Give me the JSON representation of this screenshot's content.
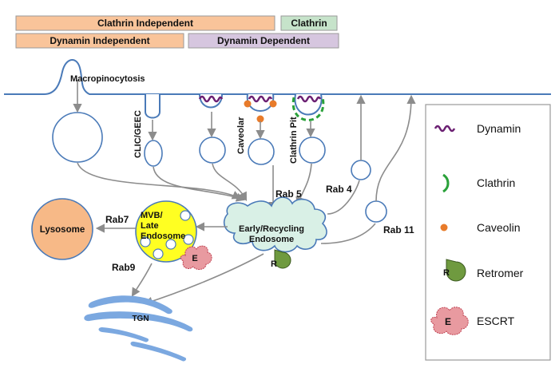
{
  "colors": {
    "orange_bar": "#f9c49a",
    "green_bar": "#c6e3ca",
    "purple_bar": "#d6c6df",
    "membrane": "#4a7ab8",
    "vesicle_stroke": "#4a7ab8",
    "arrow": "#8c8c8c",
    "endosome_fill": "#d9f0e6",
    "mvb_fill": "#ffff22",
    "lysosome_fill": "#f7b987",
    "dynamin": "#6b1f72",
    "clathrin": "#2aa13a",
    "caveolin": "#e87b2a",
    "retromer": "#6f9a3f",
    "escrt": "#e89aa0",
    "tgn": "#7ba8e0"
  },
  "header": {
    "clathrin_independent": "Clathrin Independent",
    "clathrin": "Clathrin",
    "dynamin_independent": "Dynamin Independent",
    "dynamin_dependent": "Dynamin Dependent"
  },
  "labels": {
    "macropinocytosis": "Macropinocytosis",
    "clic_geec": "CLIC/GEEC",
    "caveolar": "Caveolar",
    "clathrin_pit": "Clathrin Pit",
    "rab5": "Rab 5",
    "rab4": "Rab 4",
    "rab11": "Rab 11",
    "rab7": "Rab7",
    "rab9": "Rab9",
    "early_recycling_endosome": [
      "Early/Recycling",
      "Endosome"
    ],
    "mvb_late_endosome": [
      "MVB/",
      "Late",
      "Endosome"
    ],
    "lysosome": "Lysosome",
    "tgn": "TGN",
    "retromer_letter": "R",
    "escrt_letter": "E"
  },
  "legend": {
    "items": [
      {
        "label": "Dynamin",
        "icon": "dynamin-icon"
      },
      {
        "label": "Clathrin",
        "icon": "clathrin-icon"
      },
      {
        "label": "Caveolin",
        "icon": "caveolin-icon"
      },
      {
        "label": "Retromer",
        "icon": "retromer-icon",
        "letter": "R"
      },
      {
        "label": "ESCRT",
        "icon": "escrt-icon",
        "letter": "E"
      }
    ]
  }
}
